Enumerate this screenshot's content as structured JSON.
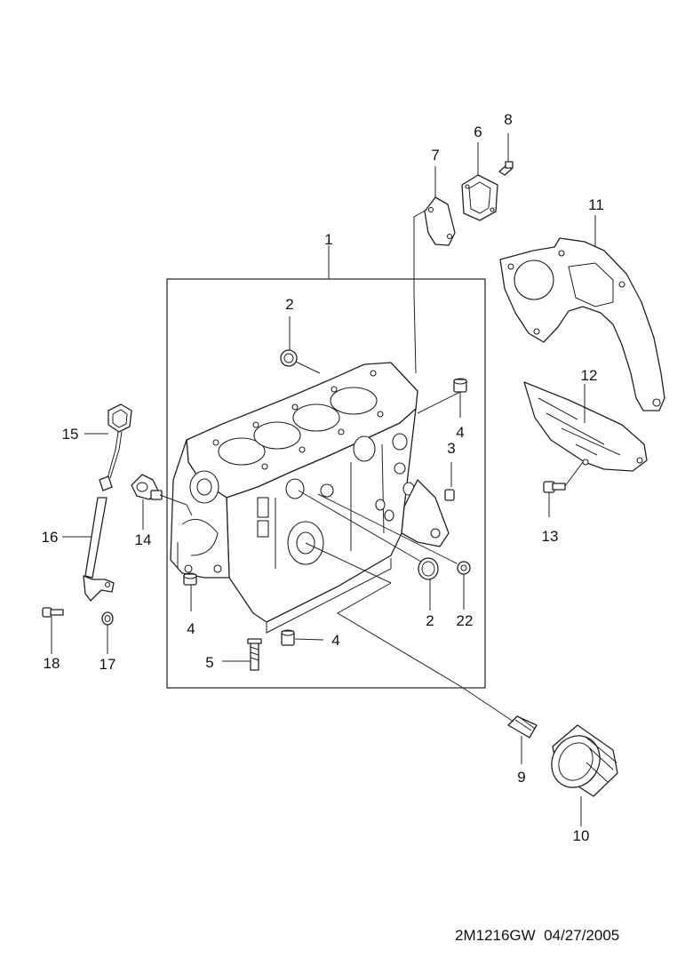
{
  "callouts": {
    "c1": "1",
    "c2a": "2",
    "c2b": "2",
    "c3": "3",
    "c4a": "4",
    "c4b": "4",
    "c4c": "4",
    "c5": "5",
    "c6": "6",
    "c7": "7",
    "c8": "8",
    "c9": "9",
    "c10": "10",
    "c11": "11",
    "c12": "12",
    "c13": "13",
    "c14": "14",
    "c15": "15",
    "c16": "16",
    "c17": "17",
    "c18": "18",
    "c22": "22"
  },
  "footer": {
    "drawing_code": "2M1216GW",
    "date": "04/27/2005"
  }
}
